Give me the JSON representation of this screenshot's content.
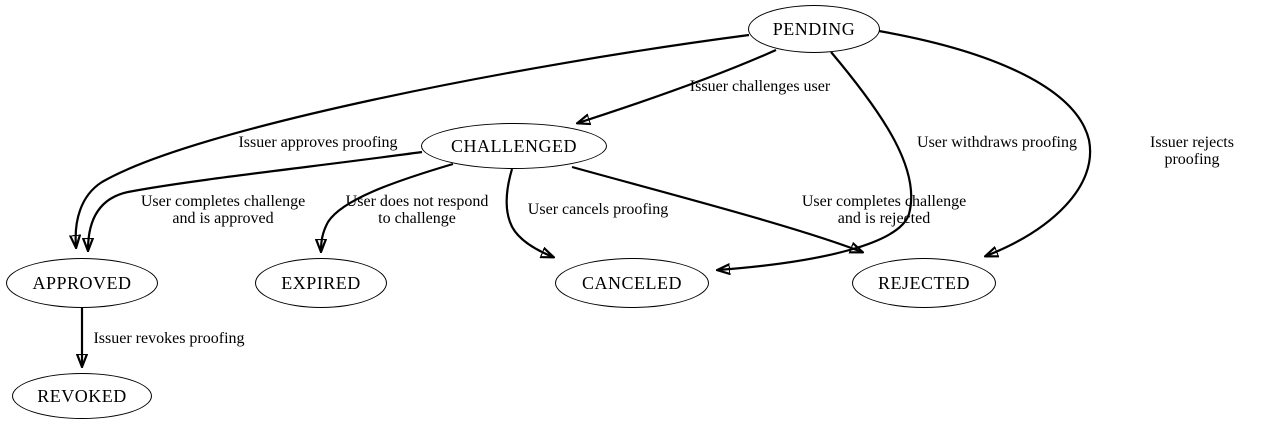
{
  "diagram": {
    "type": "state-diagram",
    "background_color": "#ffffff",
    "stroke_color": "#000000",
    "text_color": "#000000",
    "nodes": [
      {
        "id": "pending",
        "label": "PENDING"
      },
      {
        "id": "challenged",
        "label": "CHALLENGED"
      },
      {
        "id": "approved",
        "label": "APPROVED"
      },
      {
        "id": "expired",
        "label": "EXPIRED"
      },
      {
        "id": "canceled",
        "label": "CANCELED"
      },
      {
        "id": "rejected",
        "label": "REJECTED"
      },
      {
        "id": "revoked",
        "label": "REVOKED"
      }
    ],
    "edges": [
      {
        "from": "PENDING",
        "to": "CHALLENGED",
        "label": "Issuer challenges user"
      },
      {
        "from": "PENDING",
        "to": "APPROVED",
        "label": "Issuer approves proofing"
      },
      {
        "from": "PENDING",
        "to": "CANCELED",
        "label": "User withdraws proofing"
      },
      {
        "from": "PENDING",
        "to": "REJECTED",
        "label": "Issuer rejects proofing"
      },
      {
        "from": "CHALLENGED",
        "to": "APPROVED",
        "label": "User completes challenge\nand is approved"
      },
      {
        "from": "CHALLENGED",
        "to": "EXPIRED",
        "label": "User does not respond\nto challenge"
      },
      {
        "from": "CHALLENGED",
        "to": "CANCELED",
        "label": "User cancels proofing"
      },
      {
        "from": "CHALLENGED",
        "to": "REJECTED",
        "label": "User completes challenge\nand is rejected"
      },
      {
        "from": "APPROVED",
        "to": "REVOKED",
        "label": "Issuer revokes proofing"
      }
    ]
  }
}
